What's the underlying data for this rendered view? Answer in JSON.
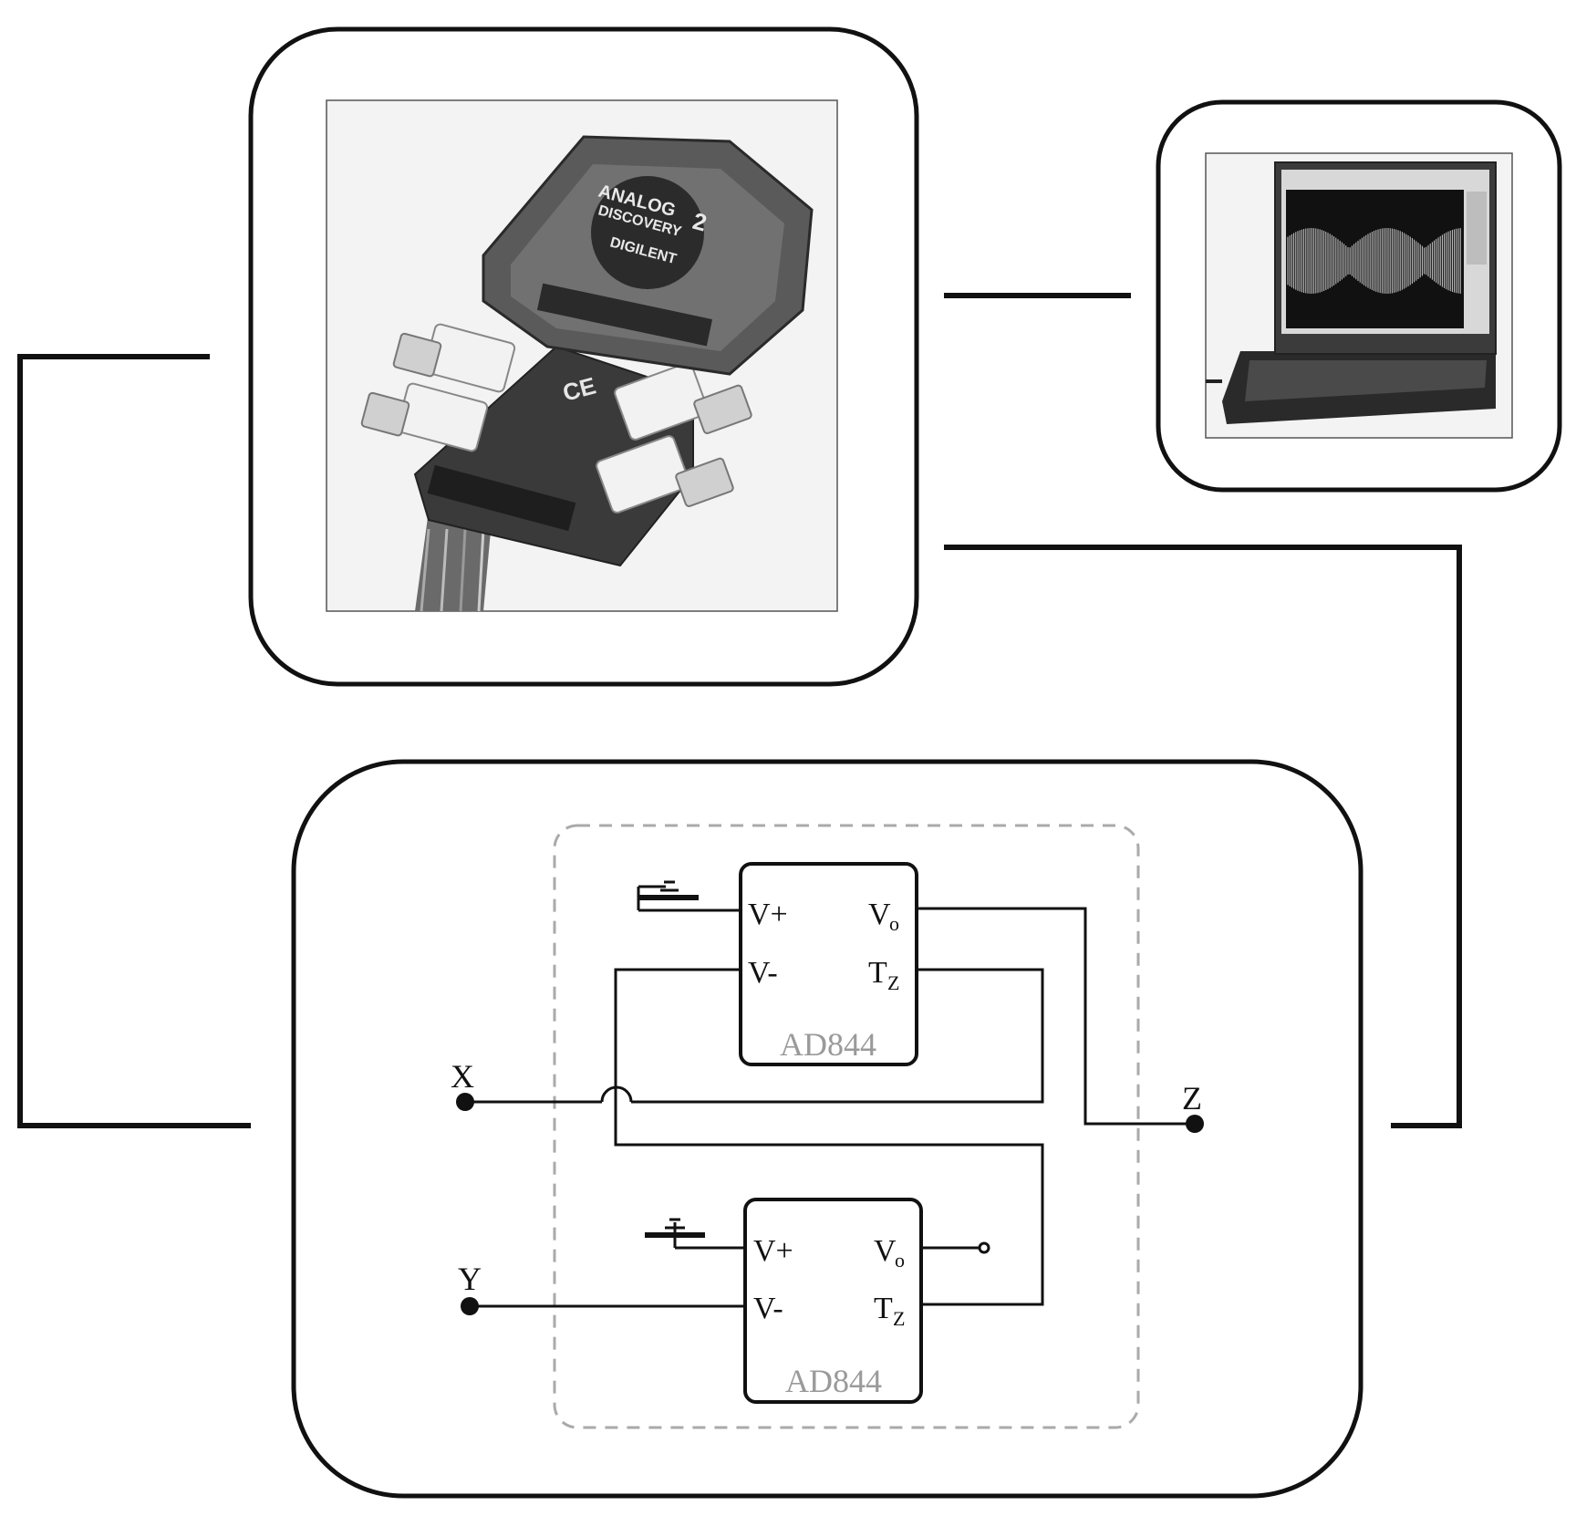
{
  "circuit": {
    "chips": [
      {
        "label": "AD844",
        "pins": {
          "v_plus": "V+",
          "v_minus": "V-",
          "v_out": "V",
          "v_out_sub": "o",
          "t_z": "T",
          "t_z_sub": "Z"
        }
      },
      {
        "label": "AD844",
        "pins": {
          "v_plus": "V+",
          "v_minus": "V-",
          "v_out": "V",
          "v_out_sub": "o",
          "t_z": "T",
          "t_z_sub": "Z"
        }
      }
    ],
    "terminals": {
      "x": "X",
      "y": "Y",
      "z": "Z"
    }
  },
  "device_photo": {
    "brand_line1": "ANALOG",
    "brand_line2": "DISCOVERY",
    "brand_digit": "2",
    "maker": "DIGILENT",
    "mark": "CE"
  },
  "colors": {
    "line": "#111111",
    "chip_label": "#9a9a9a",
    "dashed_box": "#aaaaaa",
    "screen": "#111111",
    "wave": "#cfcfcf"
  }
}
